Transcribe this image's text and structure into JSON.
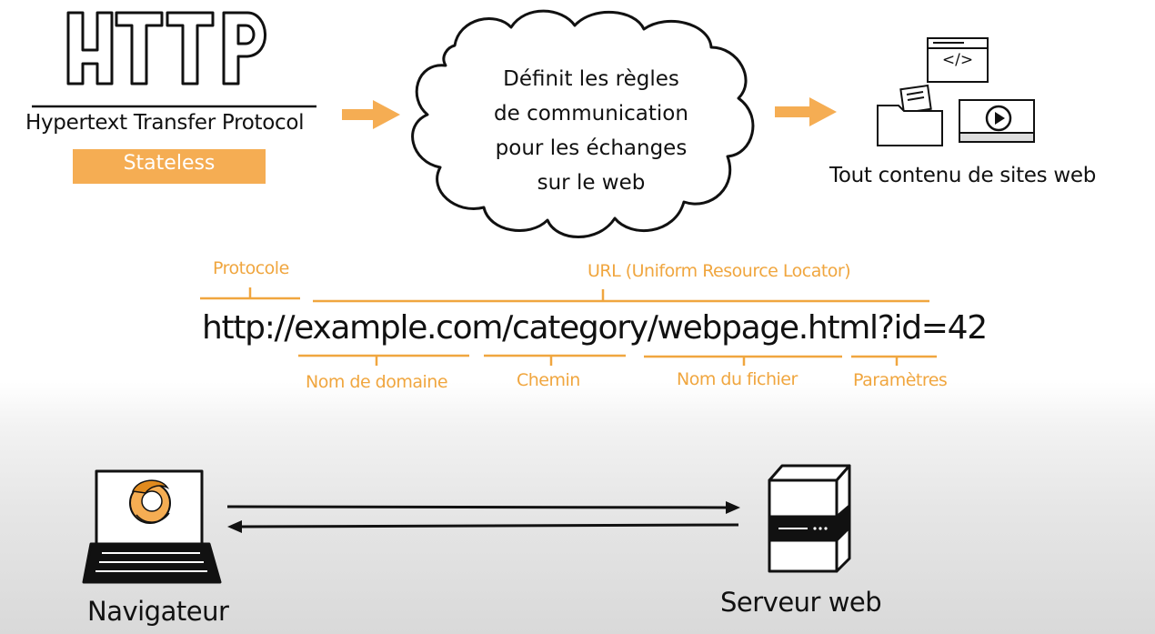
{
  "header": {
    "logo_text": "HTTP",
    "subtitle": "Hypertext Transfer Protocol",
    "badge": "Stateless"
  },
  "cloud": {
    "lines": [
      "Définit les règles",
      "de communication",
      "pour les échanges",
      "sur le web"
    ]
  },
  "content": {
    "caption": "Tout contenu de sites web",
    "code_symbol": "</>"
  },
  "url": {
    "text": "http://example.com/category/webpage.html?id=42",
    "labels": {
      "protocol": "Protocole",
      "url": "URL (Uniform Resource Locator)",
      "domain": "Nom de domaine",
      "path": "Chemin",
      "file": "Nom du fichier",
      "params": "Paramètres"
    }
  },
  "bottom": {
    "browser": "Navigateur",
    "server": "Serveur web"
  },
  "colors": {
    "accent": "#f5ad53",
    "label": "#f0a63f",
    "ink": "#111111"
  }
}
